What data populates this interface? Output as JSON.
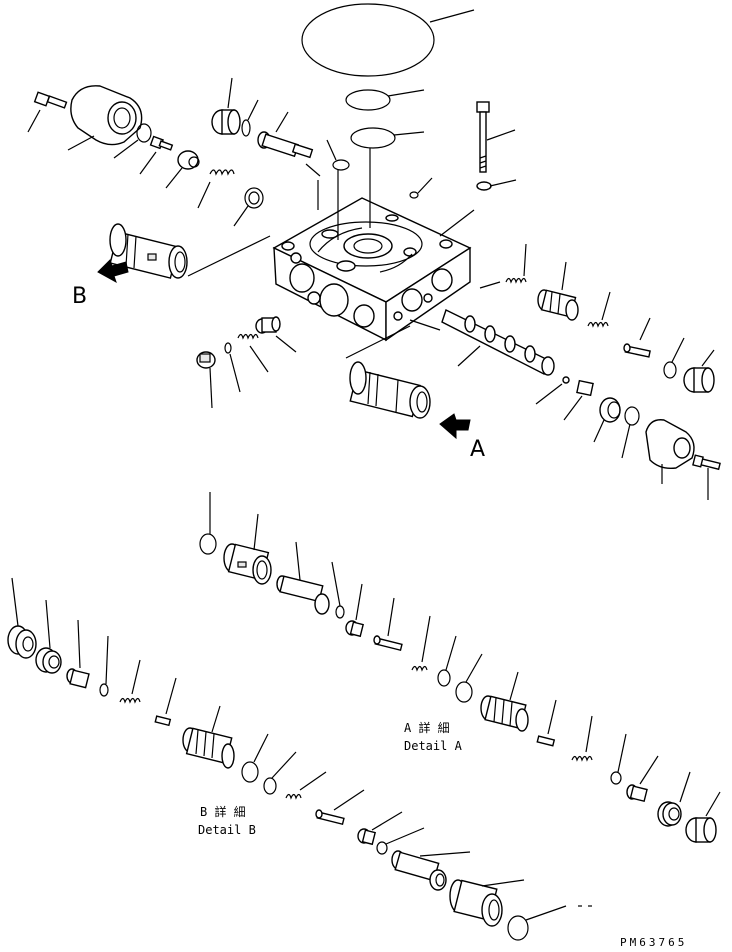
{
  "labels": {
    "view_a": "A",
    "view_b": "B",
    "detail_a_jp": "A 詳 細",
    "detail_a_en": "Detail A",
    "detail_b_jp": "B 詳 細",
    "detail_b_en": "Detail B",
    "drawing_number": "PM63765"
  },
  "icons": {
    "arrow_a": "black-arrow-icon",
    "arrow_b": "black-arrow-icon"
  },
  "colors": {
    "line": "#000000",
    "background": "#ffffff"
  }
}
